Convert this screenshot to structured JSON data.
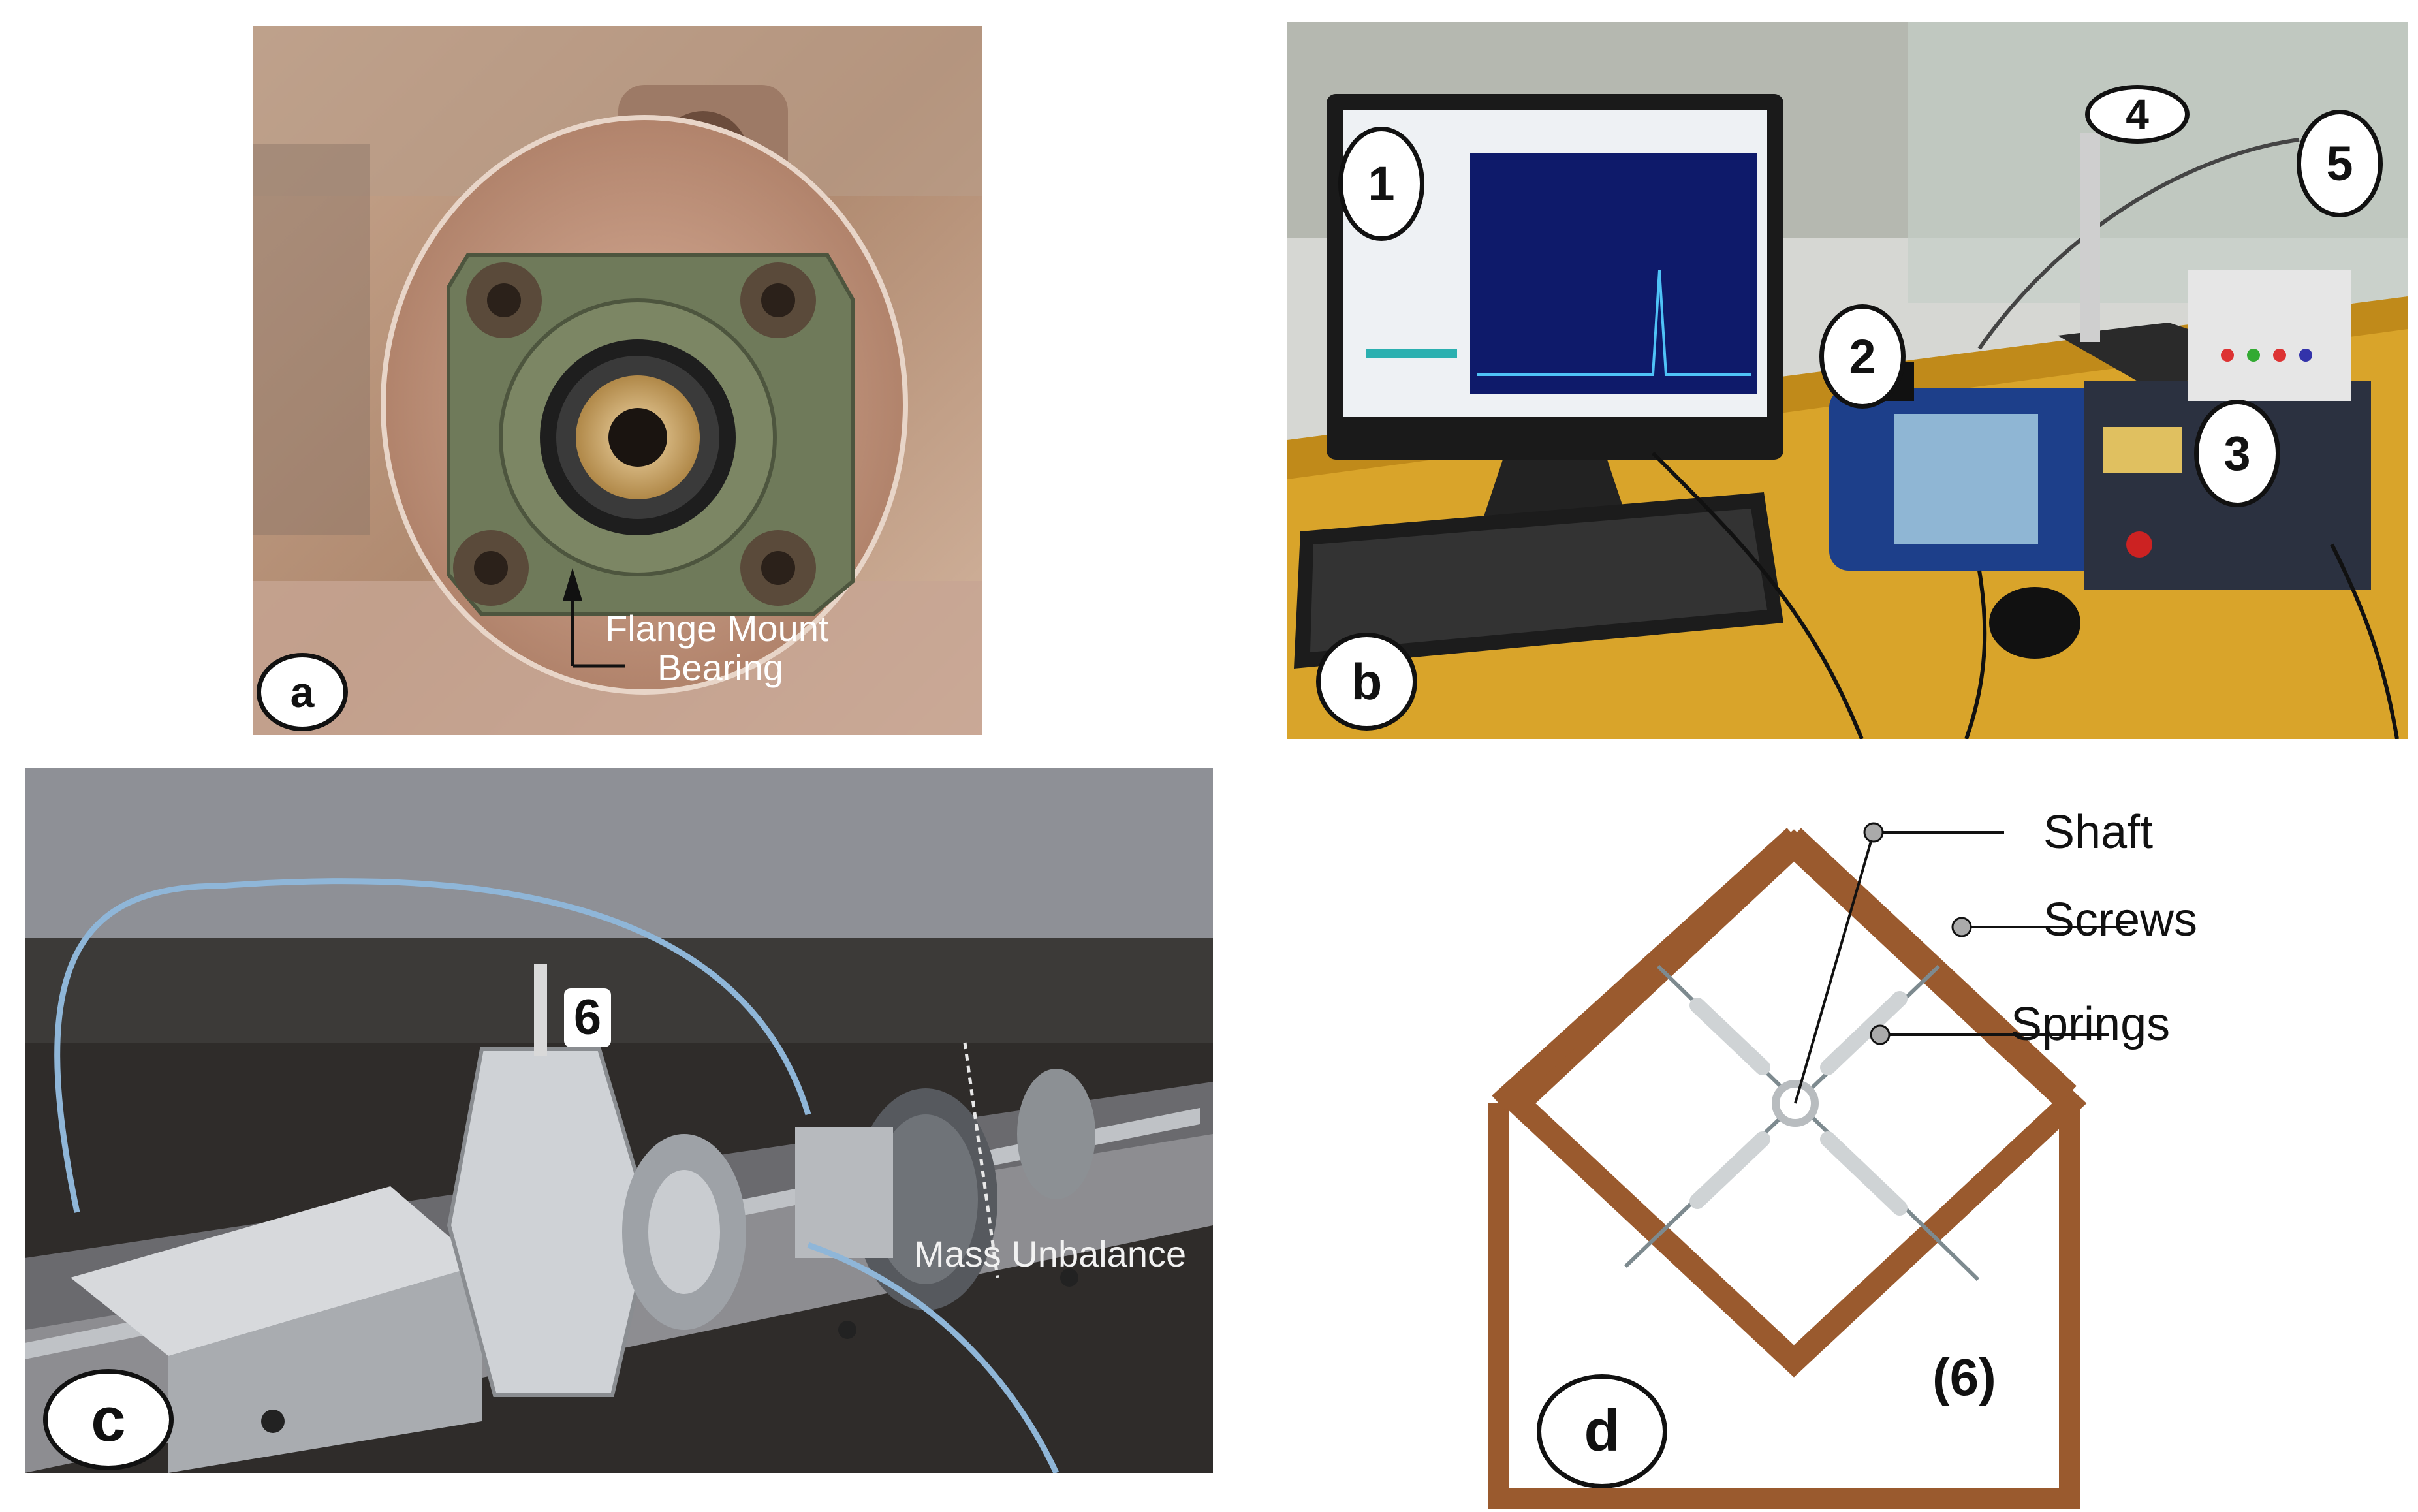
{
  "panel_a": {
    "label": "a",
    "annotation_line1": "Flange Mount",
    "annotation_line2": "Bearing"
  },
  "panel_b": {
    "label": "b",
    "callouts": [
      "1",
      "2",
      "3",
      "4",
      "5"
    ]
  },
  "panel_c": {
    "label": "c",
    "callout": "6",
    "annotation": "Mass Unbalance"
  },
  "panel_d": {
    "label": "d",
    "shaft_label": "Shaft",
    "screws_label": "Screws",
    "springs_label": "Springs",
    "part_number": "(6)"
  },
  "colors": {
    "frame_brown": "#9a5a2e",
    "frame_brown_dark": "#7a4220",
    "callout_border": "#111111"
  }
}
